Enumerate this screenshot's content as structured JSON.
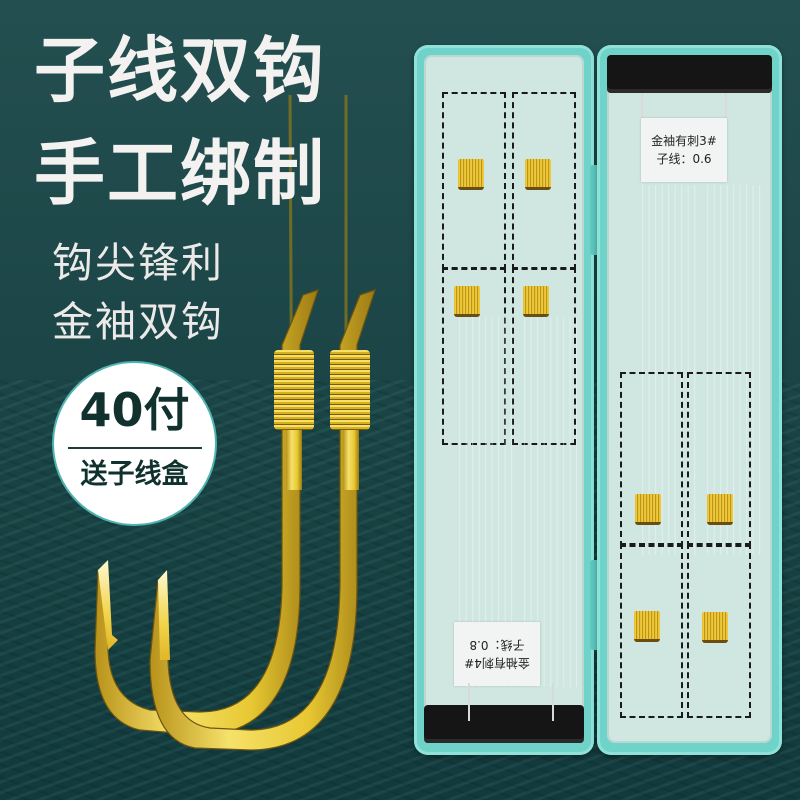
{
  "headline": {
    "line1": "子线双钩",
    "line2": "手工绑制"
  },
  "features": {
    "line1": "钩尖锋利",
    "line2": "金袖双钩"
  },
  "badge": {
    "count": "40付",
    "gift": "送子线盒"
  },
  "box": {
    "right_label": {
      "model": "金袖有刺3#",
      "line": "子线：0.6"
    },
    "left_label": {
      "model": "金袖有刺4#",
      "line": "子线：0.8"
    }
  },
  "colors": {
    "background": "#1b4546",
    "box_teal": "#6fd3c9",
    "box_inner": "#cfe6e1",
    "hook_gold": "#e8c832",
    "text_white": "#f4f1f1",
    "badge_text": "#11312f"
  }
}
